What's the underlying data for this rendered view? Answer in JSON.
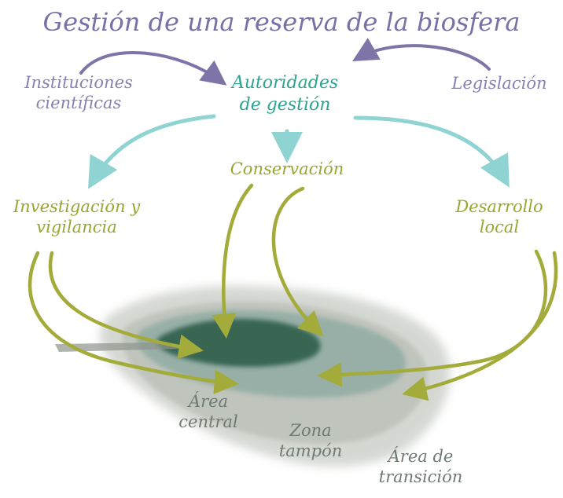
{
  "title": "Gestión de una reserva de la biosfera",
  "nodes": {
    "scientific_institutions": "Instituciones\ncientíficas",
    "management_authorities": "Autoridades\nde gestión",
    "legislation": "Legislación",
    "conservation": "Conservación",
    "research_monitoring": "Investigación y\nvigilancia",
    "local_development": "Desarrollo\nlocal"
  },
  "zones": {
    "core_area": "Área\ncentral",
    "buffer_zone": "Zona\ntampón",
    "transition_area": "Área de\ntransición"
  },
  "colors": {
    "title": "#7a6fa6",
    "purple_arrows": "#7f73a8",
    "teal": "#2aa592",
    "teal_arrows": "#8fd3d2",
    "olive": "#9aa62e",
    "zone_labels": "#6f7a73"
  }
}
